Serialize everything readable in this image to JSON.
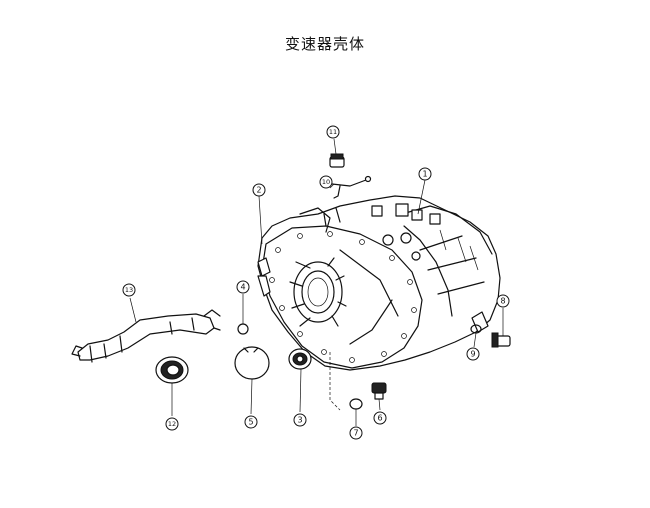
{
  "title": "变速器壳体",
  "callouts": [
    "1",
    "2",
    "3",
    "4",
    "5",
    "6",
    "7",
    "8",
    "9",
    "10",
    "11",
    "12",
    "13"
  ]
}
